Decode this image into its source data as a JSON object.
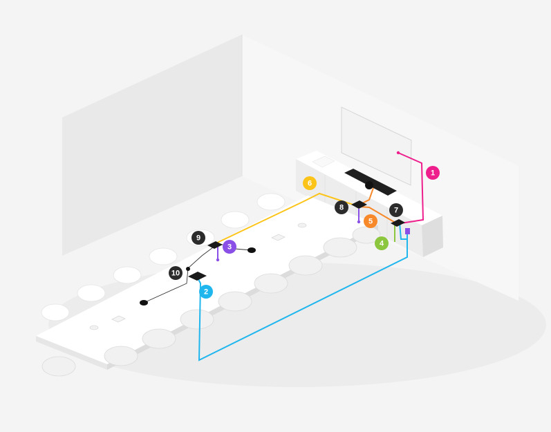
{
  "colors": {
    "pink": "#ee1e8c",
    "cyan": "#1fb6ee",
    "purple": "#8a4fe6",
    "green": "#8cc63f",
    "orange": "#f7892a",
    "yellow": "#fcc419",
    "dark": "#2b2b2b"
  },
  "callouts": [
    {
      "label": "1",
      "color": "pink",
      "text_color": "#ffffff"
    },
    {
      "label": "2",
      "color": "cyan",
      "text_color": "#ffffff"
    },
    {
      "label": "3",
      "color": "purple",
      "text_color": "#ffffff"
    },
    {
      "label": "4",
      "color": "green",
      "text_color": "#ffffff"
    },
    {
      "label": "5",
      "color": "orange",
      "text_color": "#ffffff"
    },
    {
      "label": "6",
      "color": "yellow",
      "text_color": "#ffffff"
    },
    {
      "label": "7",
      "color": "dark",
      "text_color": "#ffffff"
    },
    {
      "label": "8",
      "color": "dark",
      "text_color": "#ffffff"
    },
    {
      "label": "9",
      "color": "dark",
      "text_color": "#ffffff"
    },
    {
      "label": "10",
      "color": "dark",
      "text_color": "#ffffff"
    }
  ]
}
